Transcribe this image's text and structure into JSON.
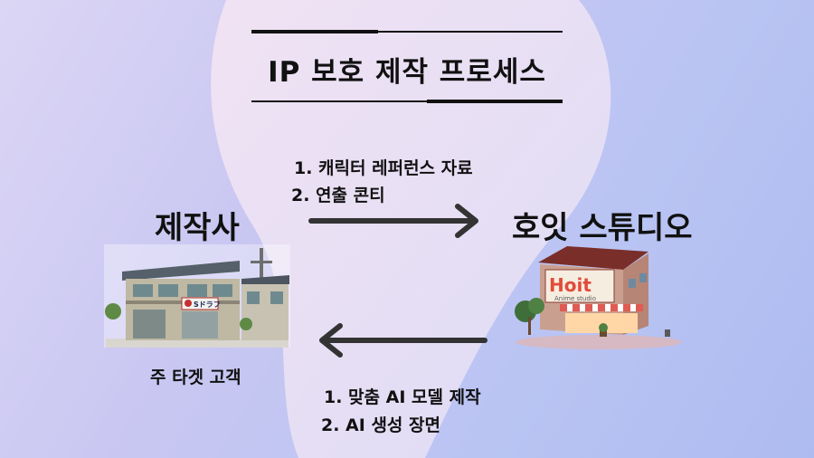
{
  "title": "IP 보호 제작 프로세스",
  "left_party": {
    "name": "제작사",
    "caption": "주 타겟 고객",
    "sign": "Sドラフ"
  },
  "right_party": {
    "name": "호잇 스튜디오",
    "sign_main": "Hoit",
    "sign_sub": "Anime studio"
  },
  "to_studio_steps": [
    "1. 캐릭터 레퍼런스 자료",
    "2. 연출 콘티"
  ],
  "to_client_steps": [
    "1. 맞춤 AI 모델 제작",
    "2. AI 생성 장면"
  ],
  "colors": {
    "text": "#111111",
    "arrow": "#333333",
    "bg_pink": "#f3e3f2",
    "bg_blue": "#b9c4f3"
  }
}
